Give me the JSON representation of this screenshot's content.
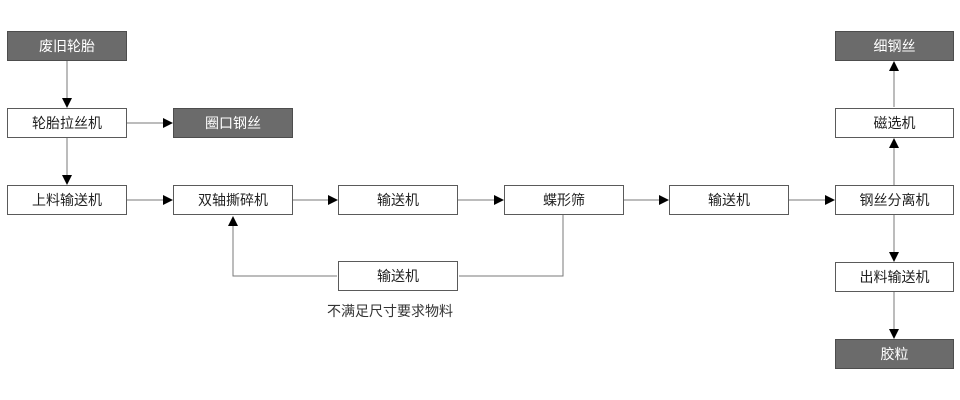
{
  "nodes": {
    "waste_tire": "废旧轮胎",
    "tire_wire_puller": "轮胎拉丝机",
    "bead_wire": "圈口钢丝",
    "feeding_conveyor": "上料输送机",
    "twin_shaft_shredder": "双轴撕碎机",
    "conveyor_1": "输送机",
    "butterfly_screen": "蝶形筛",
    "conveyor_2": "输送机",
    "wire_separator": "钢丝分离机",
    "magnetic_separator": "磁选机",
    "fine_steel_wire": "细钢丝",
    "discharge_conveyor": "出料输送机",
    "rubber_granules": "胶粒",
    "return_conveyor": "输送机"
  },
  "annotations": {
    "return_note": "不满足尺寸要求物料"
  },
  "colors": {
    "box_border": "#5a5a5a",
    "output_fill": "#6b6b6b",
    "output_text": "#ffffff",
    "line": "#7a7a7a",
    "arrow": "#000000"
  }
}
